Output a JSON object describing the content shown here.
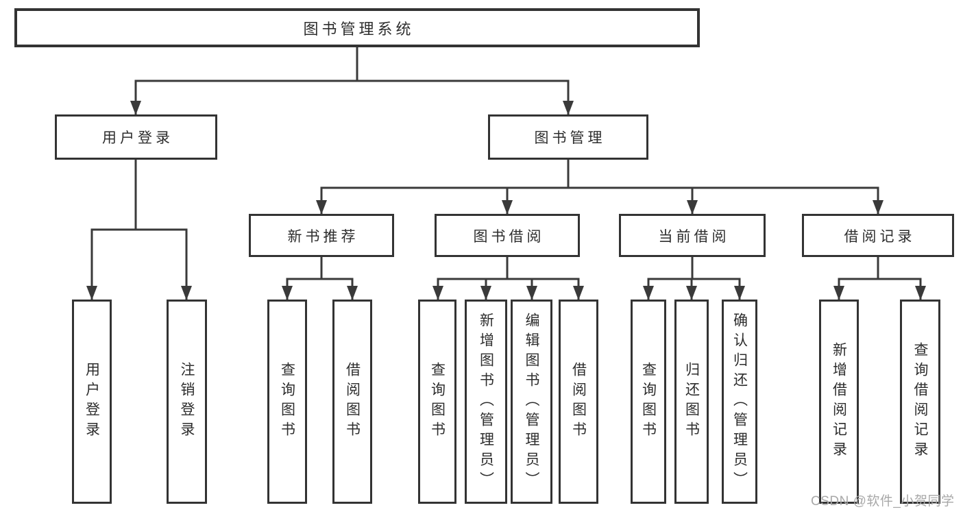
{
  "colors": {
    "line": "#3a3a3a",
    "box_border": "#333333",
    "text": "#2d2d2d",
    "watermark": "#a8a8a8",
    "background": "#ffffff"
  },
  "watermark": {
    "text": "CSDN @软件_小贺同学"
  },
  "tree": {
    "root": "图书管理系统",
    "branches": [
      {
        "label": "用户登录",
        "children": [
          "用户登录",
          "注销登录"
        ]
      },
      {
        "label": "图书管理",
        "groups": [
          {
            "label": "新书推荐",
            "children": [
              "查询图书",
              "借阅图书"
            ]
          },
          {
            "label": "图书借阅",
            "children": [
              "查询图书",
              "新增图书（管理员）",
              "编辑图书（管理员）",
              "借阅图书"
            ]
          },
          {
            "label": "当前借阅",
            "children": [
              "查询图书",
              "归还图书",
              "确认归还（管理员）"
            ]
          },
          {
            "label": "借阅记录",
            "children": [
              "新增借阅记录",
              "查询借阅记录"
            ]
          }
        ]
      }
    ]
  }
}
